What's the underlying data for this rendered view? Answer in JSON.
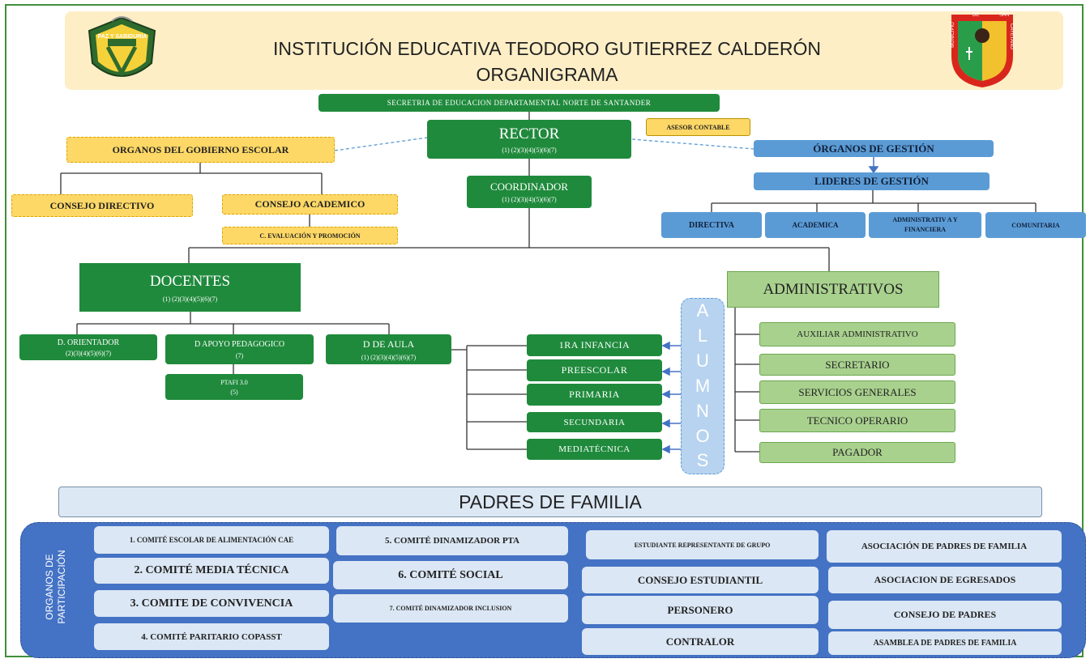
{
  "header": {
    "title_line1": "INSTITUCIÓN EDUCATIVA TEODORO GUTIERREZ CALDERÓN",
    "title_line2": "ORGANIGRAMA",
    "left_logo_text": "PAZ Y SABIDURÍA",
    "right_logo_text": [
      "MUNICIPIO",
      "DE",
      "SAN",
      "CAYETANO"
    ]
  },
  "top": {
    "secretaria": "SECRETRIA DE EDUCACION DEPARTAMENTAL NORTE DE SANTANDER",
    "rector": "RECTOR",
    "rector_codes": "(1) (2)(3)(4)(5)(6)(7)",
    "asesor": "ASESOR CONTABLE",
    "coordinador": "COORDINADOR",
    "coordinador_codes": "(1) (2)(3)(4)(5)(6)(7)"
  },
  "gobierno": {
    "title": "ORGANOS DEL GOBIERNO ESCOLAR",
    "consejo_directivo": "CONSEJO DIRECTIVO",
    "consejo_academico": "CONSEJO ACADEMICO",
    "evaluacion": "C. EVALUACIÓN Y PROMOCIÓN"
  },
  "gestion": {
    "organos": "ÓRGANOS DE GESTIÓN",
    "lideres": "LIDERES DE GESTIÓN",
    "areas": [
      "DIRECTIVA",
      "ACADEMICA",
      "ADMINISTRATIV A Y FINANCIERA",
      "COMUNITARIA"
    ]
  },
  "docentes": {
    "title": "DOCENTES",
    "codes": "(1) (2)(3)(4)(5)(6)(7)",
    "orientador": "D. ORIENTADOR",
    "orientador_codes": "(2)(3)(4)(5)(6)(7)",
    "apoyo": "D APOYO PEDAGOGICO",
    "apoyo_codes": "(7)",
    "aula": "D DE AULA",
    "aula_codes": "(1) (2)(3)(4)(5)(6)(7)",
    "ptafi": "PTAFI 3.0",
    "ptafi_codes": "(5)"
  },
  "niveles": [
    "1RA INFANCIA",
    "PREESCOLAR",
    "PRIMARIA",
    "SECUNDARIA",
    "MEDIATÉCNICA"
  ],
  "alumnos_letters": [
    "A",
    "L",
    "U",
    "M",
    "N",
    "O",
    "S"
  ],
  "administrativos": {
    "title": "ADMINISTRATIVOS",
    "items": [
      "AUXILIAR ADMINISTRATIVO",
      "SECRETARIO",
      "SERVICIOS GENERALES",
      "TECNICO OPERARIO",
      "PAGADOR"
    ]
  },
  "padres": "PADRES DE FAMILIA",
  "participacion": {
    "label_line1": "ORGANOS DE",
    "label_line2": "PARTICIPACIÓN",
    "col1": [
      "1. COMITÉ ESCOLAR DE ALIMENTACIÓN CAE",
      "2. COMITÉ MEDIA TÉCNICA",
      "3. COMITE  DE CONVIVENCIA",
      "4. COMITÉ PARITARIO COPASST"
    ],
    "col2": [
      "5. COMITÉ DINAMIZADOR PTA",
      "6. COMITÉ SOCIAL",
      "7. COMITÉ DINAMIZADOR INCLUSION"
    ],
    "col3": [
      "ESTUDIANTE REPRESENTANTE DE GRUPO",
      "CONSEJO ESTUDIANTIL",
      "PERSONERO",
      "CONTRALOR"
    ],
    "col4": [
      "ASOCIACIÓN DE PADRES DE FAMILIA",
      "ASOCIACION DE EGRESADOS",
      "CONSEJO DE PADRES",
      "ASAMBLEA DE PADRES DE FAMILIA"
    ]
  },
  "colors": {
    "green": "#1f8a3c",
    "light_green": "#a9d18e",
    "yellow": "#fdd866",
    "blue": "#5b9bd5",
    "navy": "#4472c4",
    "pale_blue": "#dbe7f4"
  }
}
